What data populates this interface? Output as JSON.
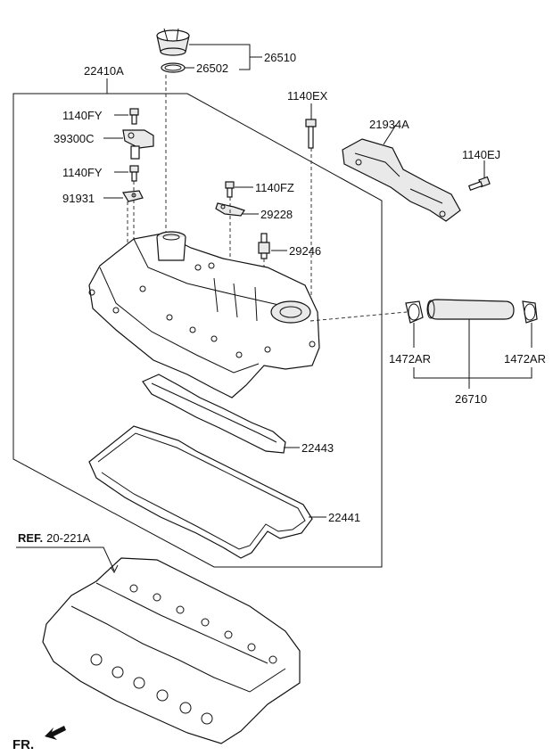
{
  "labels": {
    "p26510": "26510",
    "p26502": "26502",
    "p22410A": "22410A",
    "p1140EX": "1140EX",
    "p1140FY_a": "1140FY",
    "p39300C": "39300C",
    "p21934A": "21934A",
    "p1140EJ": "1140EJ",
    "p1140FY_b": "1140FY",
    "p1140FZ": "1140FZ",
    "p91931": "91931",
    "p29228": "29228",
    "p29246": "29246",
    "p1472AR_l": "1472AR",
    "p1472AR_r": "1472AR",
    "p26710": "26710",
    "p22443": "22443",
    "p22441": "22441",
    "ref_prefix": "REF.",
    "ref_code": "20-221A",
    "front": "FR."
  }
}
